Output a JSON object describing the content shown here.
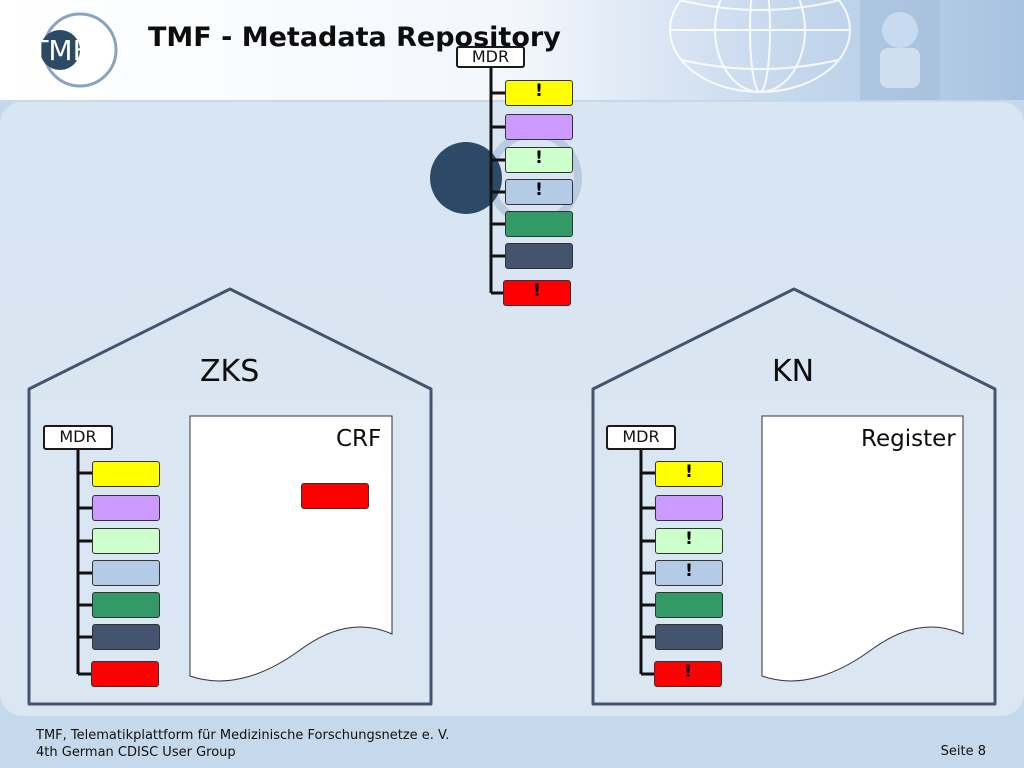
{
  "slide": {
    "title": "TMF - Metadata Repository",
    "logo_text": "TMF",
    "footer": {
      "line1": "TMF, Telematikplattform für Medizinische Forschungsnetze e. V.",
      "line2": "4th German CDISC User Group",
      "page": "Seite 8"
    }
  },
  "colors": {
    "yellow": "#ffff00",
    "lavender": "#cc99ff",
    "mint": "#ccffcc",
    "light_blue": "#b4cbe8",
    "green": "#339966",
    "slate": "#44546f",
    "red": "#ff0000",
    "outline": "#44546f"
  },
  "central_mdr": {
    "label": "MDR",
    "elements": [
      {
        "color": "yellow",
        "mark": "!"
      },
      {
        "color": "lavender",
        "mark": ""
      },
      {
        "color": "mint",
        "mark": "!"
      },
      {
        "color": "light_blue",
        "mark": "!"
      },
      {
        "color": "green",
        "mark": ""
      },
      {
        "color": "slate",
        "mark": ""
      },
      {
        "color": "red",
        "mark": "!"
      }
    ]
  },
  "houses": [
    {
      "label": "ZKS",
      "mdr_label": "MDR",
      "document_label": "CRF",
      "document_elements": [
        {
          "color": "red"
        }
      ],
      "elements": [
        {
          "color": "yellow",
          "mark": ""
        },
        {
          "color": "lavender",
          "mark": ""
        },
        {
          "color": "mint",
          "mark": ""
        },
        {
          "color": "light_blue",
          "mark": ""
        },
        {
          "color": "green",
          "mark": ""
        },
        {
          "color": "slate",
          "mark": ""
        },
        {
          "color": "red",
          "mark": ""
        }
      ]
    },
    {
      "label": "KN",
      "mdr_label": "MDR",
      "document_label": "Register",
      "document_elements": [],
      "elements": [
        {
          "color": "yellow",
          "mark": "!"
        },
        {
          "color": "lavender",
          "mark": ""
        },
        {
          "color": "mint",
          "mark": "!"
        },
        {
          "color": "light_blue",
          "mark": "!"
        },
        {
          "color": "green",
          "mark": ""
        },
        {
          "color": "slate",
          "mark": ""
        },
        {
          "color": "red",
          "mark": "!"
        }
      ]
    }
  ]
}
